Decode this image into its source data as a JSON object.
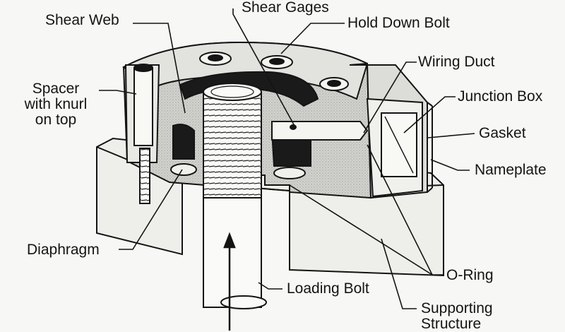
{
  "labels": {
    "shear_web": "Shear Web",
    "shear_gages": "Shear Gages",
    "hold_down_bolt": "Hold Down Bolt",
    "wiring_duct": "Wiring Duct",
    "junction_box": "Junction Box",
    "gasket": "Gasket",
    "nameplate": "Nameplate",
    "spacer": [
      "Spacer",
      "with knurl",
      "on top"
    ],
    "diaphragm": "Diaphragm",
    "o_ring": "O-Ring",
    "loading_bolt": "Loading Bolt",
    "supporting_structure": [
      "Supporting",
      "Structure"
    ]
  },
  "colors": {
    "ink": "#141414",
    "background": "#f7f7f5",
    "cut_face": "#d4d4d0",
    "block": "#eeeeea"
  }
}
